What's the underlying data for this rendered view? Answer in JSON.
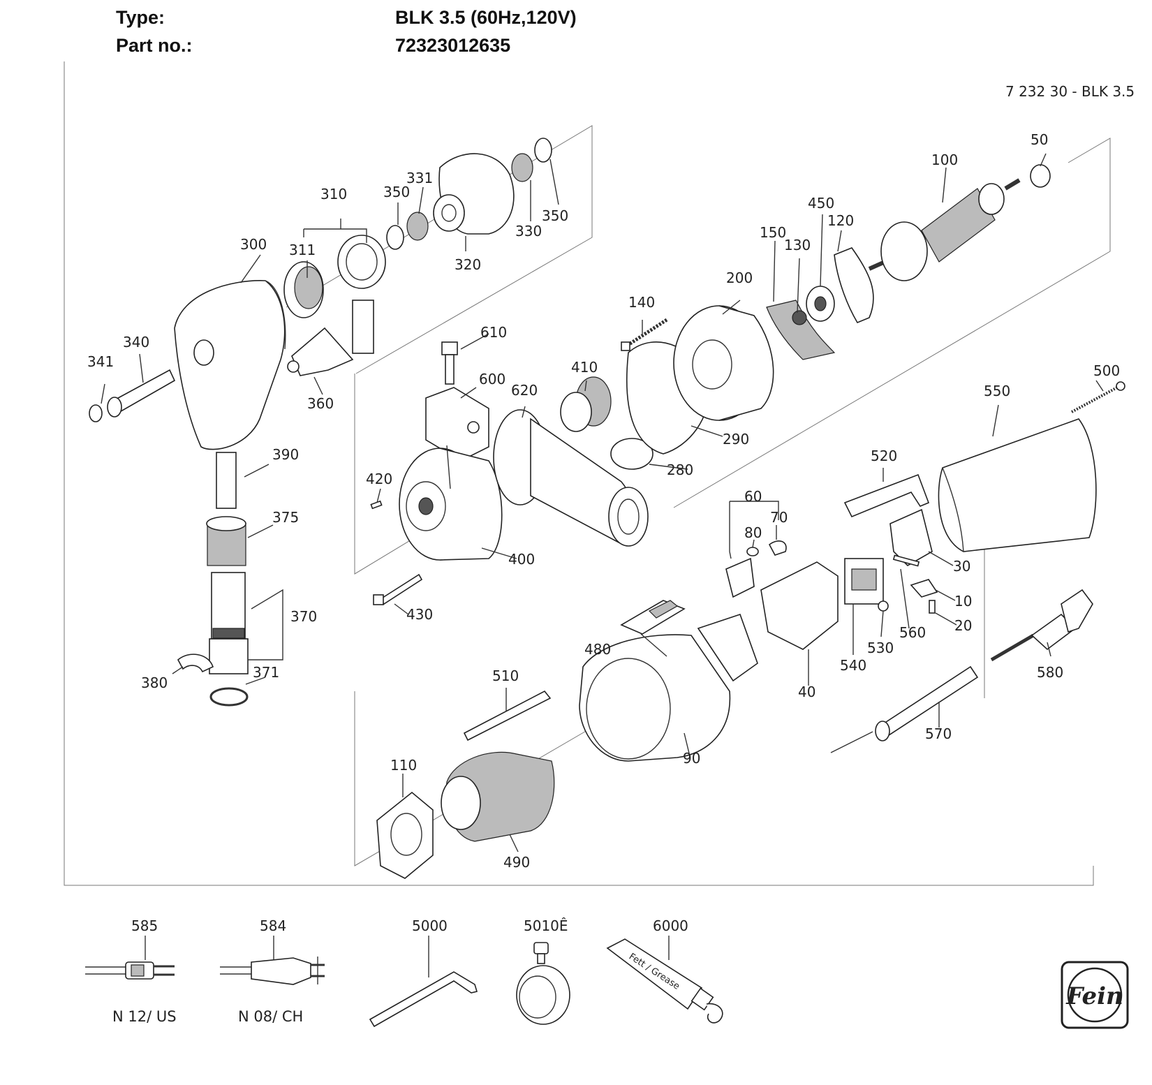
{
  "header": {
    "type_label": "Type:",
    "type_value": "BLK 3.5 (60Hz,120V)",
    "part_label": "Part no.:",
    "part_value": "72323012635"
  },
  "drawing_code": "7 232 30 - BLK 3.5",
  "callouts": {
    "c10": "10",
    "c20": "20",
    "c30": "30",
    "c40": "40",
    "c50": "50",
    "c60": "60",
    "c70": "70",
    "c80": "80",
    "c90": "90",
    "c100": "100",
    "c110": "110",
    "c120": "120",
    "c130": "130",
    "c140": "140",
    "c150": "150",
    "c200": "200",
    "c280": "280",
    "c290": "290",
    "c300": "300",
    "c310": "310",
    "c311": "311",
    "c320": "320",
    "c330": "330",
    "c331": "331",
    "c350a": "350",
    "c350b": "350",
    "c340": "340",
    "c341": "341",
    "c360": "360",
    "c370": "370",
    "c371": "371",
    "c375": "375",
    "c380": "380",
    "c390": "390",
    "c400": "400",
    "c410": "410",
    "c420": "420",
    "c430": "430",
    "c450": "450",
    "c480": "480",
    "c490": "490",
    "c500": "500",
    "c510": "510",
    "c520": "520",
    "c530": "530",
    "c540": "540",
    "c550": "550",
    "c560": "560",
    "c570": "570",
    "c580": "580",
    "c600": "600",
    "c610": "610",
    "c620": "620"
  },
  "accessories": [
    {
      "number": "585",
      "caption": "N 12/ US",
      "icon": "us-plug-cable-icon"
    },
    {
      "number": "584",
      "caption": "N 08/ CH",
      "icon": "ch-plug-cable-icon"
    },
    {
      "number": "5000",
      "caption": "",
      "icon": "hex-key-icon"
    },
    {
      "number": "5010Ê",
      "caption": "",
      "icon": "collar-clamp-icon"
    },
    {
      "number": "6000",
      "caption": "",
      "icon": "grease-tube-icon",
      "tube_text": "Fett / Grease"
    }
  ],
  "brand": {
    "logo_text": "Fein",
    "icon": "fein-logo-icon"
  }
}
